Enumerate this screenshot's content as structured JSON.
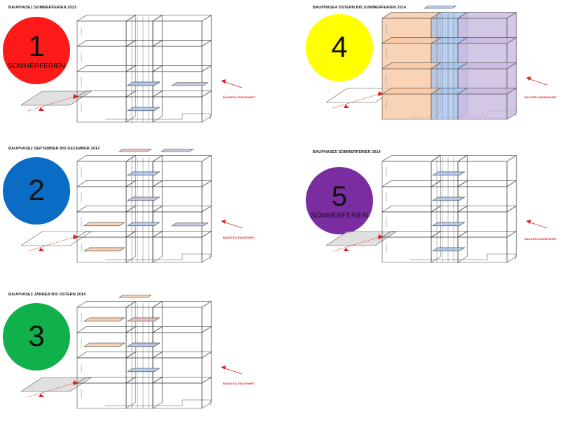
{
  "phases": [
    {
      "id": 1,
      "number": "1",
      "subtitle": "SOMMERFERIEN",
      "title": "BAUPHASE1 SOMMERFERIEN 2013",
      "color": "#ff1a1a",
      "panel": "p1",
      "access_label": "BAUSTELLENZUFAHRT"
    },
    {
      "id": 2,
      "number": "2",
      "subtitle": "",
      "title": "BAUPHASE2 SEPTEMBER BIS DEZEMBER 2012",
      "color": "#0a6cc4",
      "panel": "p2",
      "access_label": "BAUSTELLENZUFAHRT"
    },
    {
      "id": 3,
      "number": "3",
      "subtitle": "",
      "title": "BAUPHASE3 JÄNNER BIS OSTERN 2014",
      "color": "#10b04a",
      "panel": "p3",
      "access_label": "BAUSTELLENZUFAHRT"
    },
    {
      "id": 4,
      "number": "4",
      "subtitle": "",
      "title": "BAUPHASE4 OSTERN BIS SOMMERFERIEN 2014",
      "color": "#ffff00",
      "panel": "p4",
      "access_label": "BAUSTELLENZUFAHRT"
    },
    {
      "id": 5,
      "number": "5",
      "subtitle": "SOMMERFERIEN",
      "title": "BAUPHASE5 SOMMERFERIEN 2014",
      "color": "#7a2da0",
      "panel": "p5",
      "access_label": "BAUSTELLENZUFAHRT"
    }
  ],
  "hatch_colors": {
    "red": "#e8b8b8",
    "blue": "#a9c4ec",
    "orange": "#f7c8a4",
    "purple": "#c9b9e0",
    "grey": "#d8d8d8"
  }
}
